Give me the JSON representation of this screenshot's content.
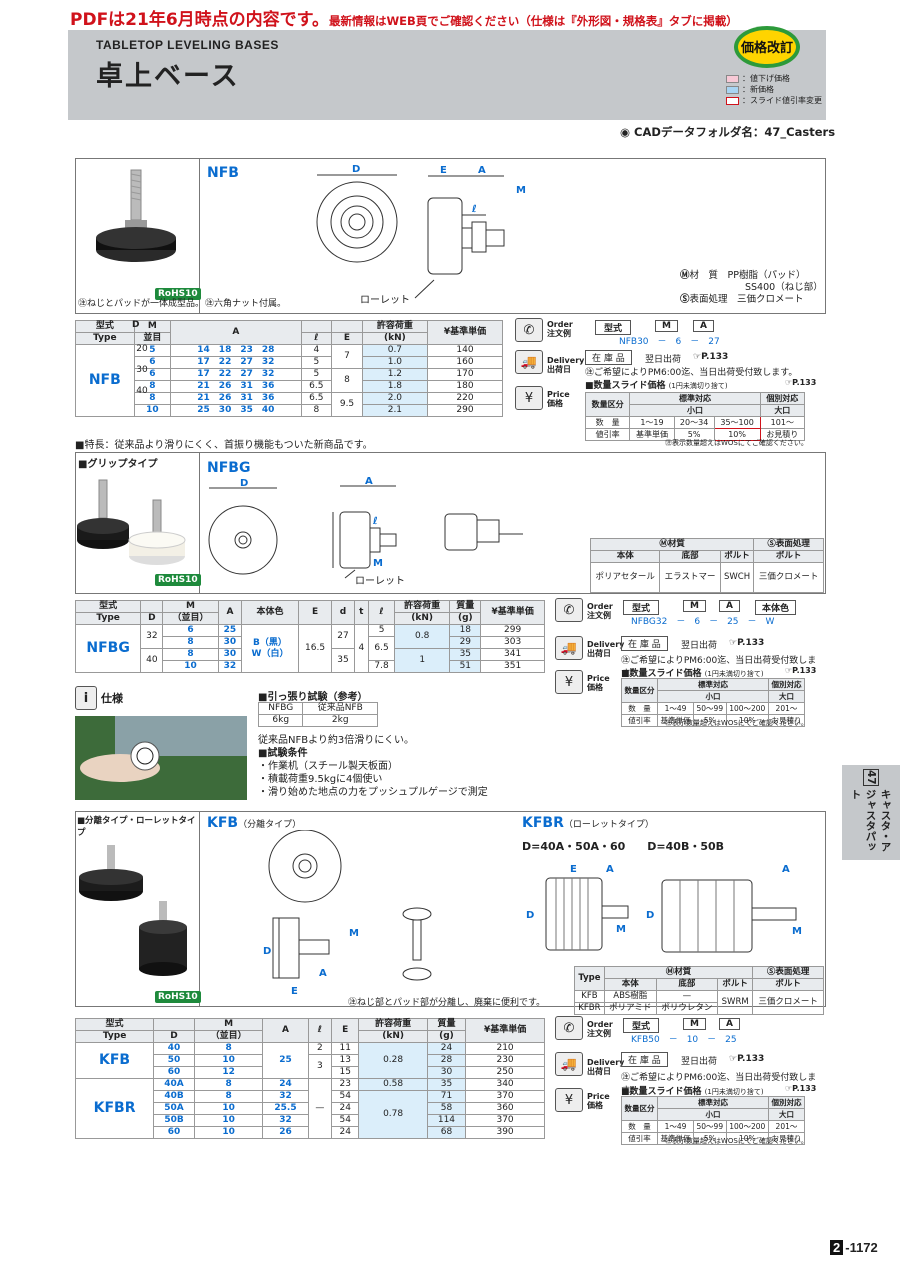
{
  "notice": {
    "big": "PDFは21年6月時点の内容です。",
    "small": "最新情報はWEB頁でご確認ください（仕様は『外形図・規格表』タブに掲載）"
  },
  "header": {
    "title_en": "TABLETOP LEVELING BASES",
    "title_jp": "卓上ベース",
    "badge": "価格改訂",
    "legend": [
      "：値下げ価格",
      "：新価格",
      "：スライド値引率変更"
    ],
    "cad": "CADデータフォルダ名：47_Casters"
  },
  "nfb": {
    "series": "NFB",
    "rohs": "RoHS10",
    "note1": "ねじとパッドが一体成型品。",
    "note2": "六角ナット付属。",
    "knurl": "ローレット",
    "material": {
      "label_m": "材　質",
      "pad": "PP樹脂（パッド）",
      "screw": "SS400（ねじ部）",
      "label_s": "表面処理",
      "surface": "三価クロメート"
    },
    "dims": {
      "D": "D",
      "E": "E",
      "A": "A",
      "M": "M",
      "l": "ℓ"
    },
    "table": {
      "h_type": "型式",
      "h_type2": "Type",
      "h_D": "D",
      "h_M": "M",
      "h_M2": "並目",
      "h_A": "A",
      "h_l": "ℓ",
      "h_E": "E",
      "h_load": "許容荷重",
      "h_load2": "(kN)",
      "h_price": "¥基準単価",
      "type": "NFB",
      "rows": [
        [
          "20",
          "5",
          "14　18　23　28",
          "4",
          "7",
          "0.7",
          "140"
        ],
        [
          "",
          "6",
          "17　22　27　32",
          "5",
          "",
          "1.0",
          "160"
        ],
        [
          "30",
          "6",
          "17　22　27　32",
          "5",
          "8",
          "1.2",
          "170"
        ],
        [
          "",
          "8",
          "21　26　31　36",
          "6.5",
          "",
          "1.8",
          "180"
        ],
        [
          "40",
          "8",
          "21　26　31　36",
          "6.5",
          "9.5",
          "2.0",
          "220"
        ],
        [
          "",
          "10",
          "25　30　35　40",
          "8",
          "",
          "2.1",
          "290"
        ]
      ]
    },
    "order": {
      "label": "Order",
      "label2": "注文例",
      "h1": "型式",
      "h2": "M",
      "h3": "A",
      "example": "NFB30　－　6　－　27"
    },
    "delivery": {
      "label": "Delivery",
      "label2": "出荷日",
      "stock": "在 庫 品",
      "next": "翌日出荷",
      "page": "P.133",
      "note": "ご希望によりPM6:00迄、当日出荷受付致します。"
    },
    "price": {
      "label": "Price",
      "label2": "価格",
      "slide": "数量スライド価格",
      "slide_note": "1円未満切り捨て",
      "page": "P.133",
      "h_qty": "数量区分",
      "h_std": "標準対応",
      "h_small": "小口",
      "h_ind": "個別対応",
      "h_large": "大口",
      "r1": [
        "数　量",
        "1〜19",
        "20〜34",
        "35〜100",
        "101〜"
      ],
      "r2": [
        "値引率",
        "基準単価",
        "5%",
        "10%",
        "お見積り"
      ],
      "note": "表示数量超えはWOSにてご確認ください。"
    }
  },
  "feature": "■特長：従来品より滑りにくく、首振り機能もついた新商品です。",
  "nfbg": {
    "title": "■グリップタイプ",
    "series": "NFBG",
    "rohs": "RoHS10",
    "knurl": "ローレット",
    "mat": {
      "h_m": "材質",
      "h_s": "表面処理",
      "h_body": "本体",
      "h_bottom": "底部",
      "h_bolt": "ボルト",
      "h_bolt2": "ボルト",
      "body": "ポリアセタール",
      "bottom": "エラストマー",
      "bolt": "SWCH",
      "surface": "三価クロメート"
    },
    "table": {
      "h_type": "型式",
      "h_type2": "Type",
      "h_D": "D",
      "h_M": "M",
      "h_M2": "（並目）",
      "h_A": "A",
      "h_color": "本体色",
      "h_E": "E",
      "h_d": "d",
      "h_t": "t",
      "h_l": "ℓ",
      "h_load": "許容荷重",
      "h_load2": "(kN)",
      "h_mass": "質量",
      "h_mass2": "(g)",
      "h_price": "¥基準単価",
      "type": "NFBG",
      "color": "B（黒）",
      "color2": "W（白）",
      "E": "16.5",
      "t": "4",
      "rows": [
        [
          "32",
          "6",
          "25",
          "27",
          "5",
          "0.8",
          "18",
          "299"
        ],
        [
          "",
          "8",
          "30",
          "",
          "6.5",
          "",
          "29",
          "303"
        ],
        [
          "40",
          "8",
          "30",
          "35",
          "",
          "1",
          "35",
          "341"
        ],
        [
          "",
          "10",
          "32",
          "",
          "7.8",
          "",
          "51",
          "351"
        ]
      ]
    },
    "order": {
      "h4": "本体色",
      "example": "NFBG32　－　6　－　25　－　W"
    },
    "price": {
      "r1": [
        "数　量",
        "1〜49",
        "50〜99",
        "100〜200",
        "201〜"
      ],
      "r2": [
        "値引率",
        "基準単価",
        "5%",
        "10%",
        "お見積り"
      ]
    }
  },
  "spec": {
    "title": "仕様",
    "test_title": "■引っ張り試験（参考）",
    "h1": "NFBG",
    "h2": "従来品NFB",
    "v1": "6kg",
    "v2": "2kg",
    "desc": "従来品NFBより約3倍滑りにくい。",
    "cond": "■試験条件",
    "c1": "・作業机（スチール製天板面）",
    "c2": "・積載荷重9.5kgに4個使い",
    "c3": "・滑り始めた地点の力をプッシュプルゲージで測定"
  },
  "kfb": {
    "title": "■分離タイプ・ローレットタイプ",
    "series": "KFB",
    "series_sub": "（分離タイプ）",
    "series2": "KFBR",
    "series2_sub": "（ローレットタイプ）",
    "dsets": "D=40A・50A・60　　D=40B・50B",
    "note": "ねじ部とパッド部が分離し、廃棄に便利です。",
    "rohs": "RoHS10",
    "mat": {
      "h_type": "Type",
      "h_m": "材質",
      "h_s": "表面処理",
      "h_body": "本体",
      "h_bottom": "底部",
      "h_bolt": "ボルト",
      "h_bolt2": "ボルト",
      "r1": [
        "KFB",
        "ABS樹脂",
        "—"
      ],
      "r2": [
        "KFBR",
        "ポリアミド",
        "ポリウレタン"
      ],
      "bolt": "SWRM",
      "surface": "三価クロメート"
    },
    "table": {
      "h_type": "型式",
      "h_type2": "Type",
      "h_D": "D",
      "h_M": "M",
      "h_M2": "（並目）",
      "h_A": "A",
      "h_l": "ℓ",
      "h_E": "E",
      "h_load": "許容荷重",
      "h_load2": "(kN)",
      "h_mass": "質量",
      "h_mass2": "(g)",
      "h_price": "¥基準単価",
      "type1": "KFB",
      "type2": "KFBR",
      "rows": [
        [
          "40",
          "8",
          "25",
          "2",
          "11",
          "0.28",
          "24",
          "210"
        ],
        [
          "50",
          "10",
          "",
          "3",
          "13",
          "",
          "28",
          "230"
        ],
        [
          "60",
          "12",
          "",
          "",
          "15",
          "",
          "30",
          "250"
        ],
        [
          "40A",
          "8",
          "24",
          "—",
          "23",
          "0.58",
          "35",
          "340"
        ],
        [
          "40B",
          "8",
          "32",
          "",
          "54",
          "0.78",
          "71",
          "370"
        ],
        [
          "50A",
          "10",
          "25.5",
          "",
          "24",
          "",
          "58",
          "360"
        ],
        [
          "50B",
          "10",
          "32",
          "",
          "54",
          "",
          "114",
          "370"
        ],
        [
          "60",
          "10",
          "26",
          "",
          "24",
          "",
          "68",
          "390"
        ]
      ]
    },
    "order": {
      "example": "KFB50　－　10　－　25"
    }
  },
  "side": {
    "num": "47",
    "label": "キャスタ・アジャスタパット"
  },
  "page": {
    "prefix": "2",
    "num": "-1172"
  }
}
